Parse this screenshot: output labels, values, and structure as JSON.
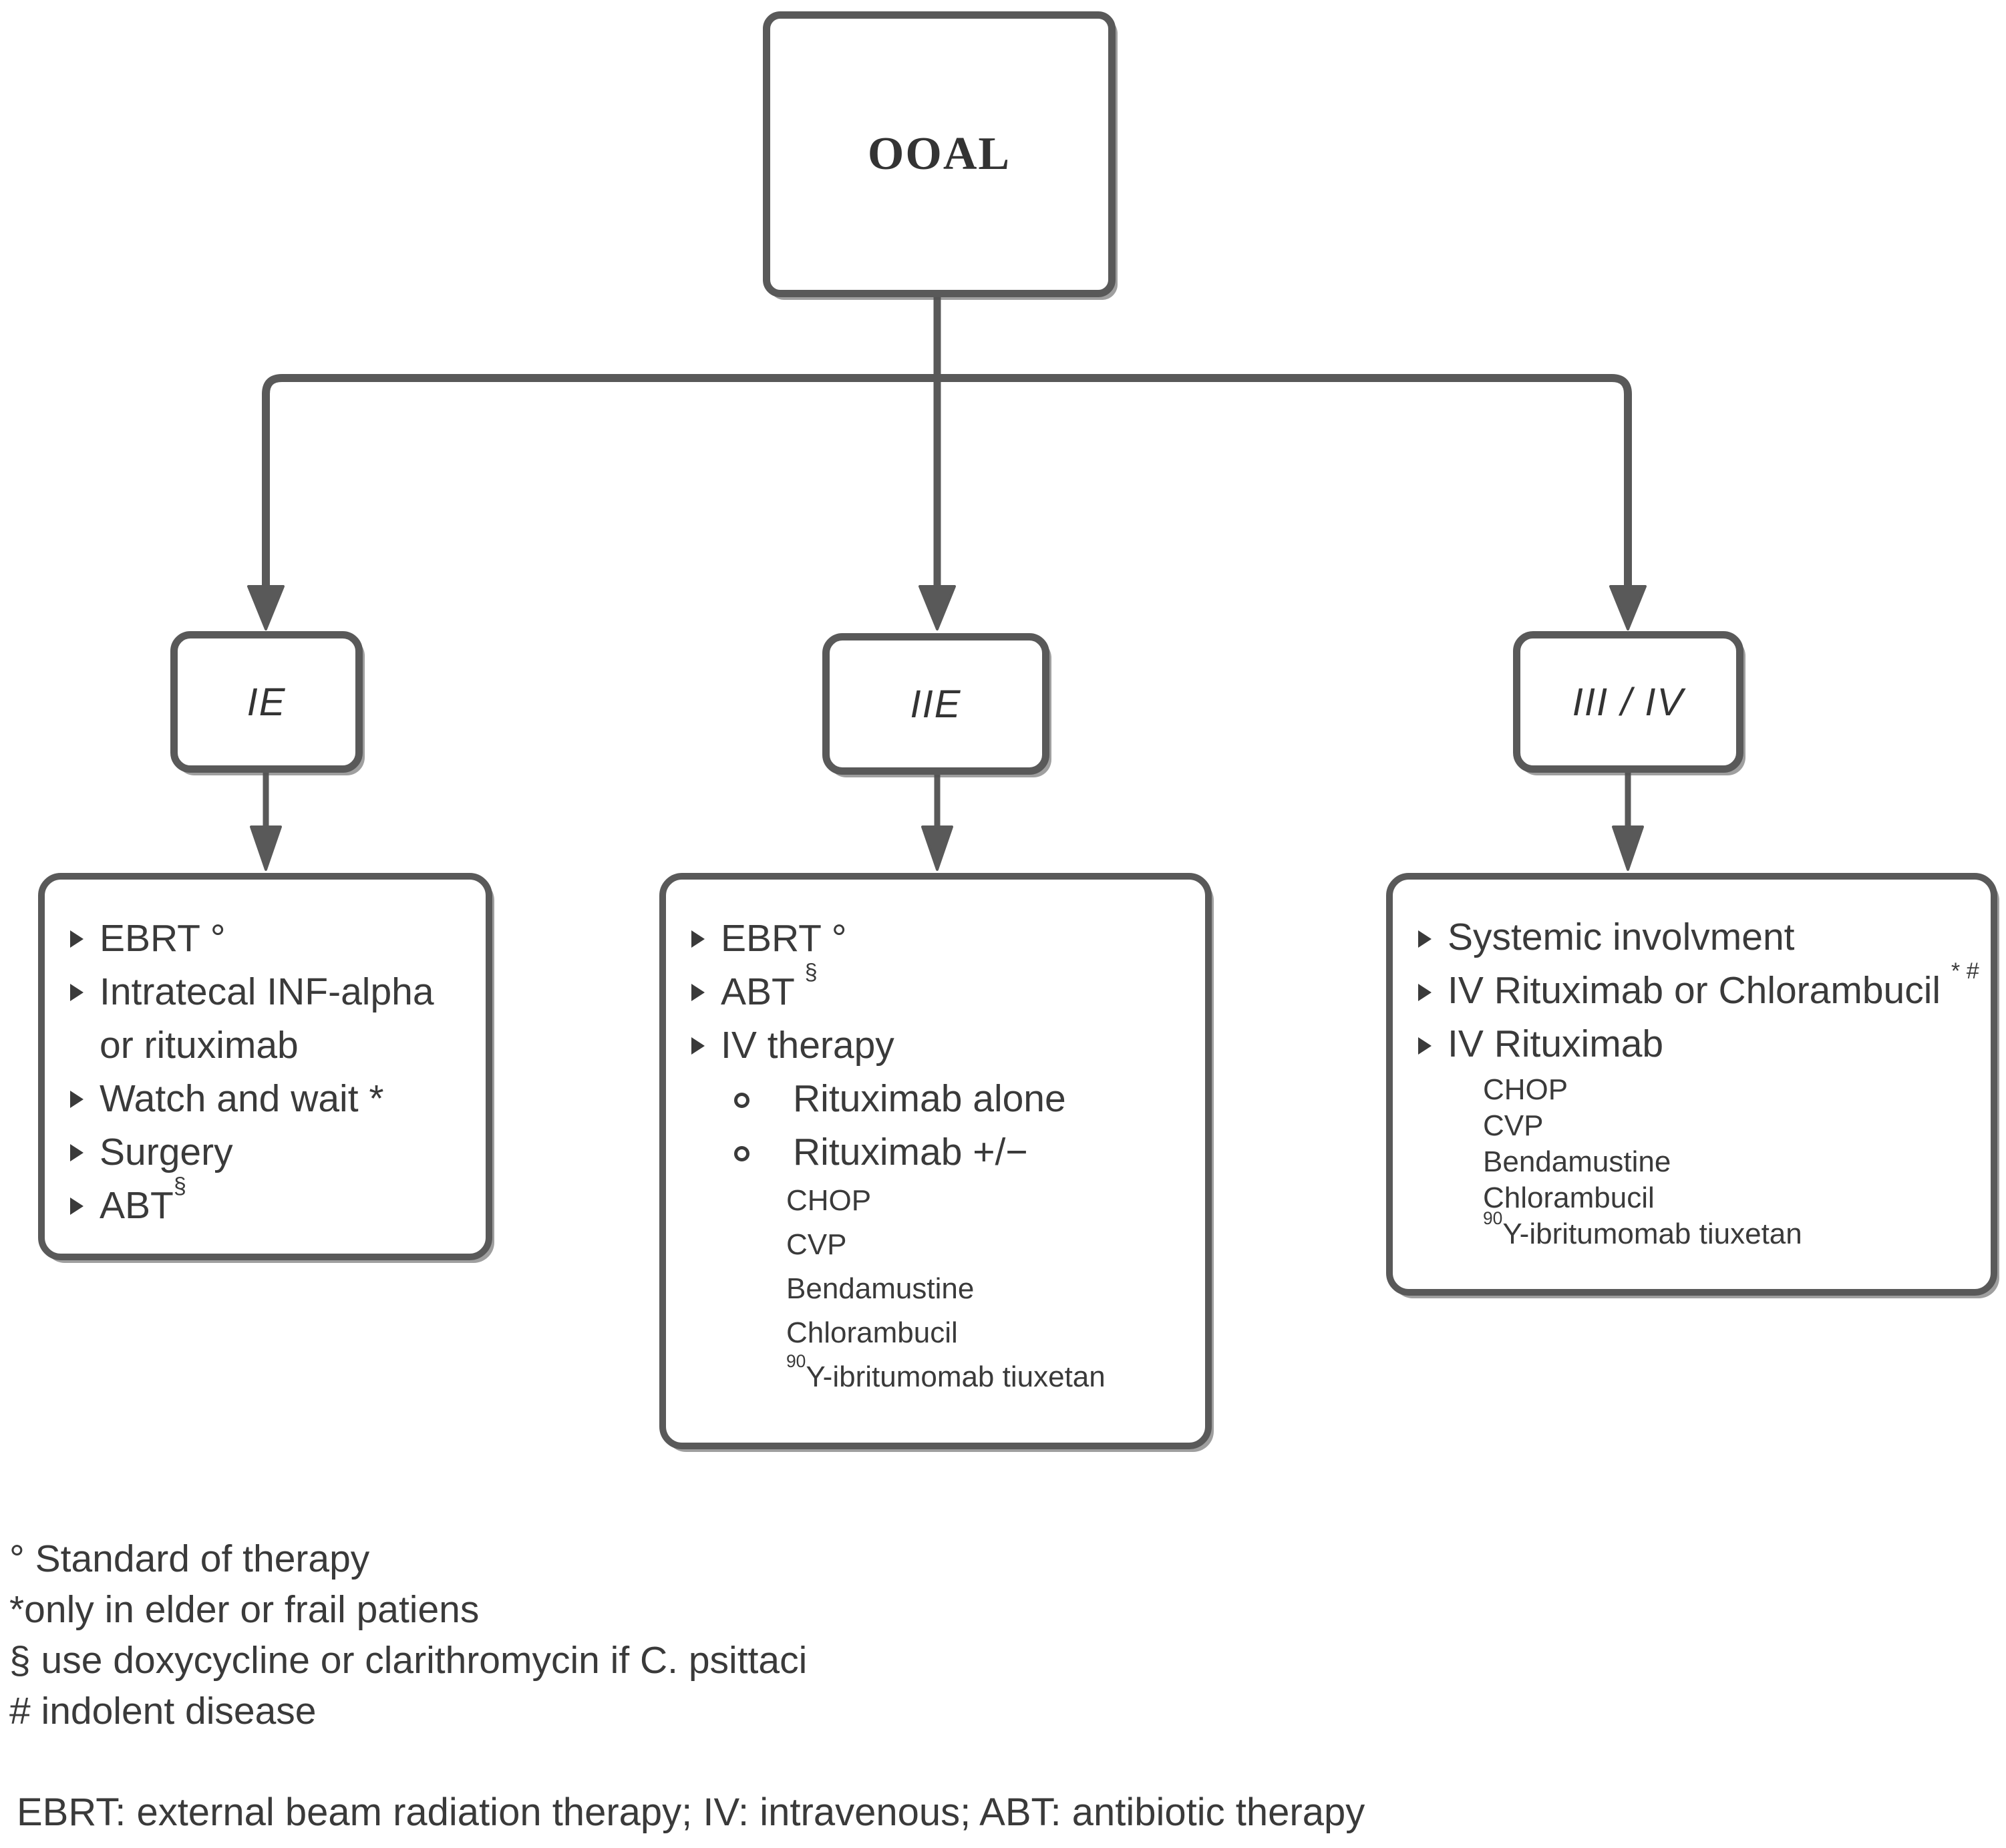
{
  "colors": {
    "line": "#595959",
    "text": "#3a3a3a",
    "box_bg": "#ffffff"
  },
  "root_node": {
    "label": "OOAL"
  },
  "stages": [
    {
      "label": "IE"
    },
    {
      "label": "IIE"
    },
    {
      "label": "III / IV"
    }
  ],
  "treatment_boxes": {
    "stage_ie": {
      "items": [
        {
          "level": 1,
          "text": "EBRT °"
        },
        {
          "level": 1,
          "text": "Intratecal INF-alpha or rituximab"
        },
        {
          "level": 1,
          "text": "Watch and wait *"
        },
        {
          "level": 1,
          "text": "Surgery"
        },
        {
          "level": 1,
          "text": "ABT",
          "sup": "§"
        }
      ]
    },
    "stage_iie": {
      "items": [
        {
          "level": 1,
          "text": "EBRT °"
        },
        {
          "level": 1,
          "text": "ABT ",
          "sup": "§"
        },
        {
          "level": 1,
          "text": "IV therapy"
        },
        {
          "level": 2,
          "text": "Rituximab alone"
        },
        {
          "level": 2,
          "text": "Rituximab +/−"
        },
        {
          "level": 3,
          "text": "CHOP"
        },
        {
          "level": 3,
          "text": "CVP"
        },
        {
          "level": 3,
          "text": "Bendamustine"
        },
        {
          "level": 3,
          "text": "Chlorambucil"
        },
        {
          "level": 3,
          "pre_sup": "90",
          "text": "Y-ibritumomab tiuxetan"
        }
      ]
    },
    "stage_iii_iv": {
      "items": [
        {
          "level": 1,
          "text": "Systemic involvment"
        },
        {
          "level": 1,
          "text": "IV Rituximab or Chlorambucil ",
          "sup": "* #"
        },
        {
          "level": 1,
          "text": "IV Rituximab"
        },
        {
          "level": 3,
          "text": "CHOP"
        },
        {
          "level": 3,
          "text": "CVP"
        },
        {
          "level": 3,
          "text": "Bendamustine"
        },
        {
          "level": 3,
          "text": "Chlorambucil"
        },
        {
          "level": 3,
          "pre_sup": "90",
          "text": "Y-ibritumomab tiuxetan"
        }
      ]
    }
  },
  "footnotes": {
    "lines": [
      "° Standard of therapy",
      "*only in elder or frail patiens",
      "§ use doxycycline or clarithromycin if C. psittaci",
      "# indolent disease"
    ]
  },
  "abbreviations_line": "EBRT: external beam radiation therapy; IV: intravenous; ABT: antibiotic therapy"
}
